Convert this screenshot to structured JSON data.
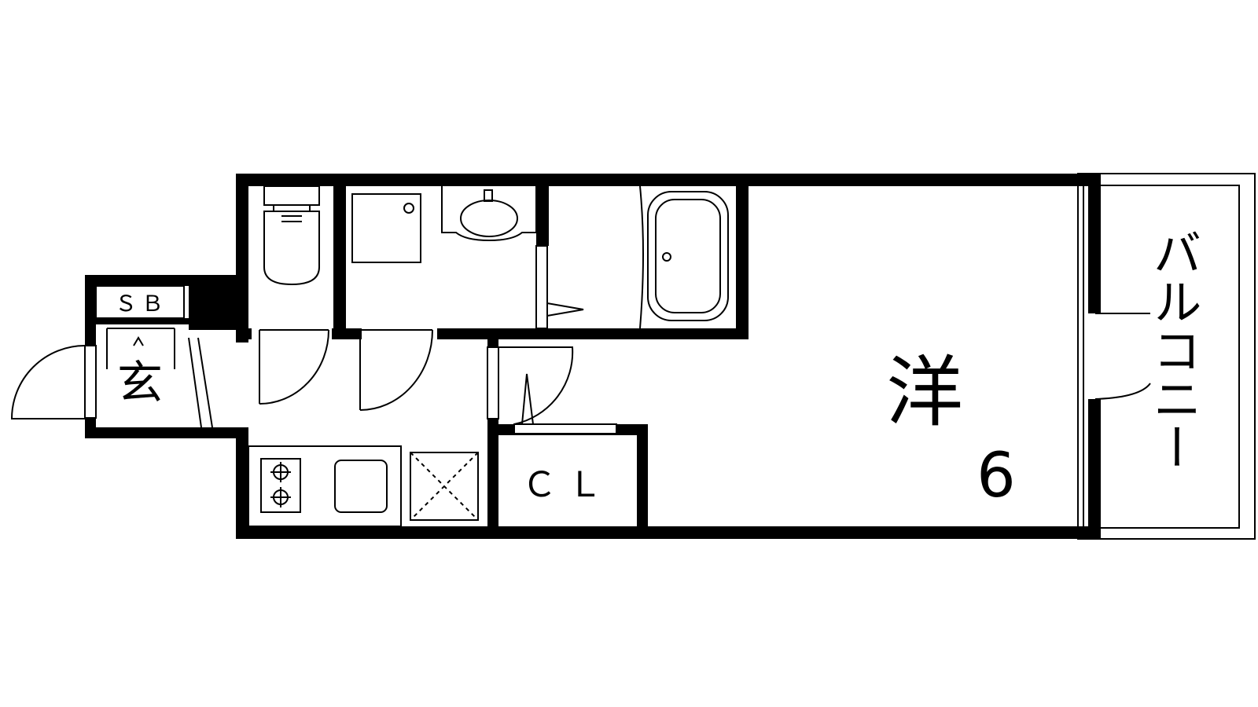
{
  "labels": {
    "shoe_box": "ＳＢ",
    "entrance": "玄",
    "western_room": "洋",
    "room_size": "6",
    "closet": "ＣＬ",
    "balcony": "バルコニー"
  },
  "colors": {
    "wall": "#000000",
    "background": "#ffffff",
    "fixture_line": "#000000"
  }
}
